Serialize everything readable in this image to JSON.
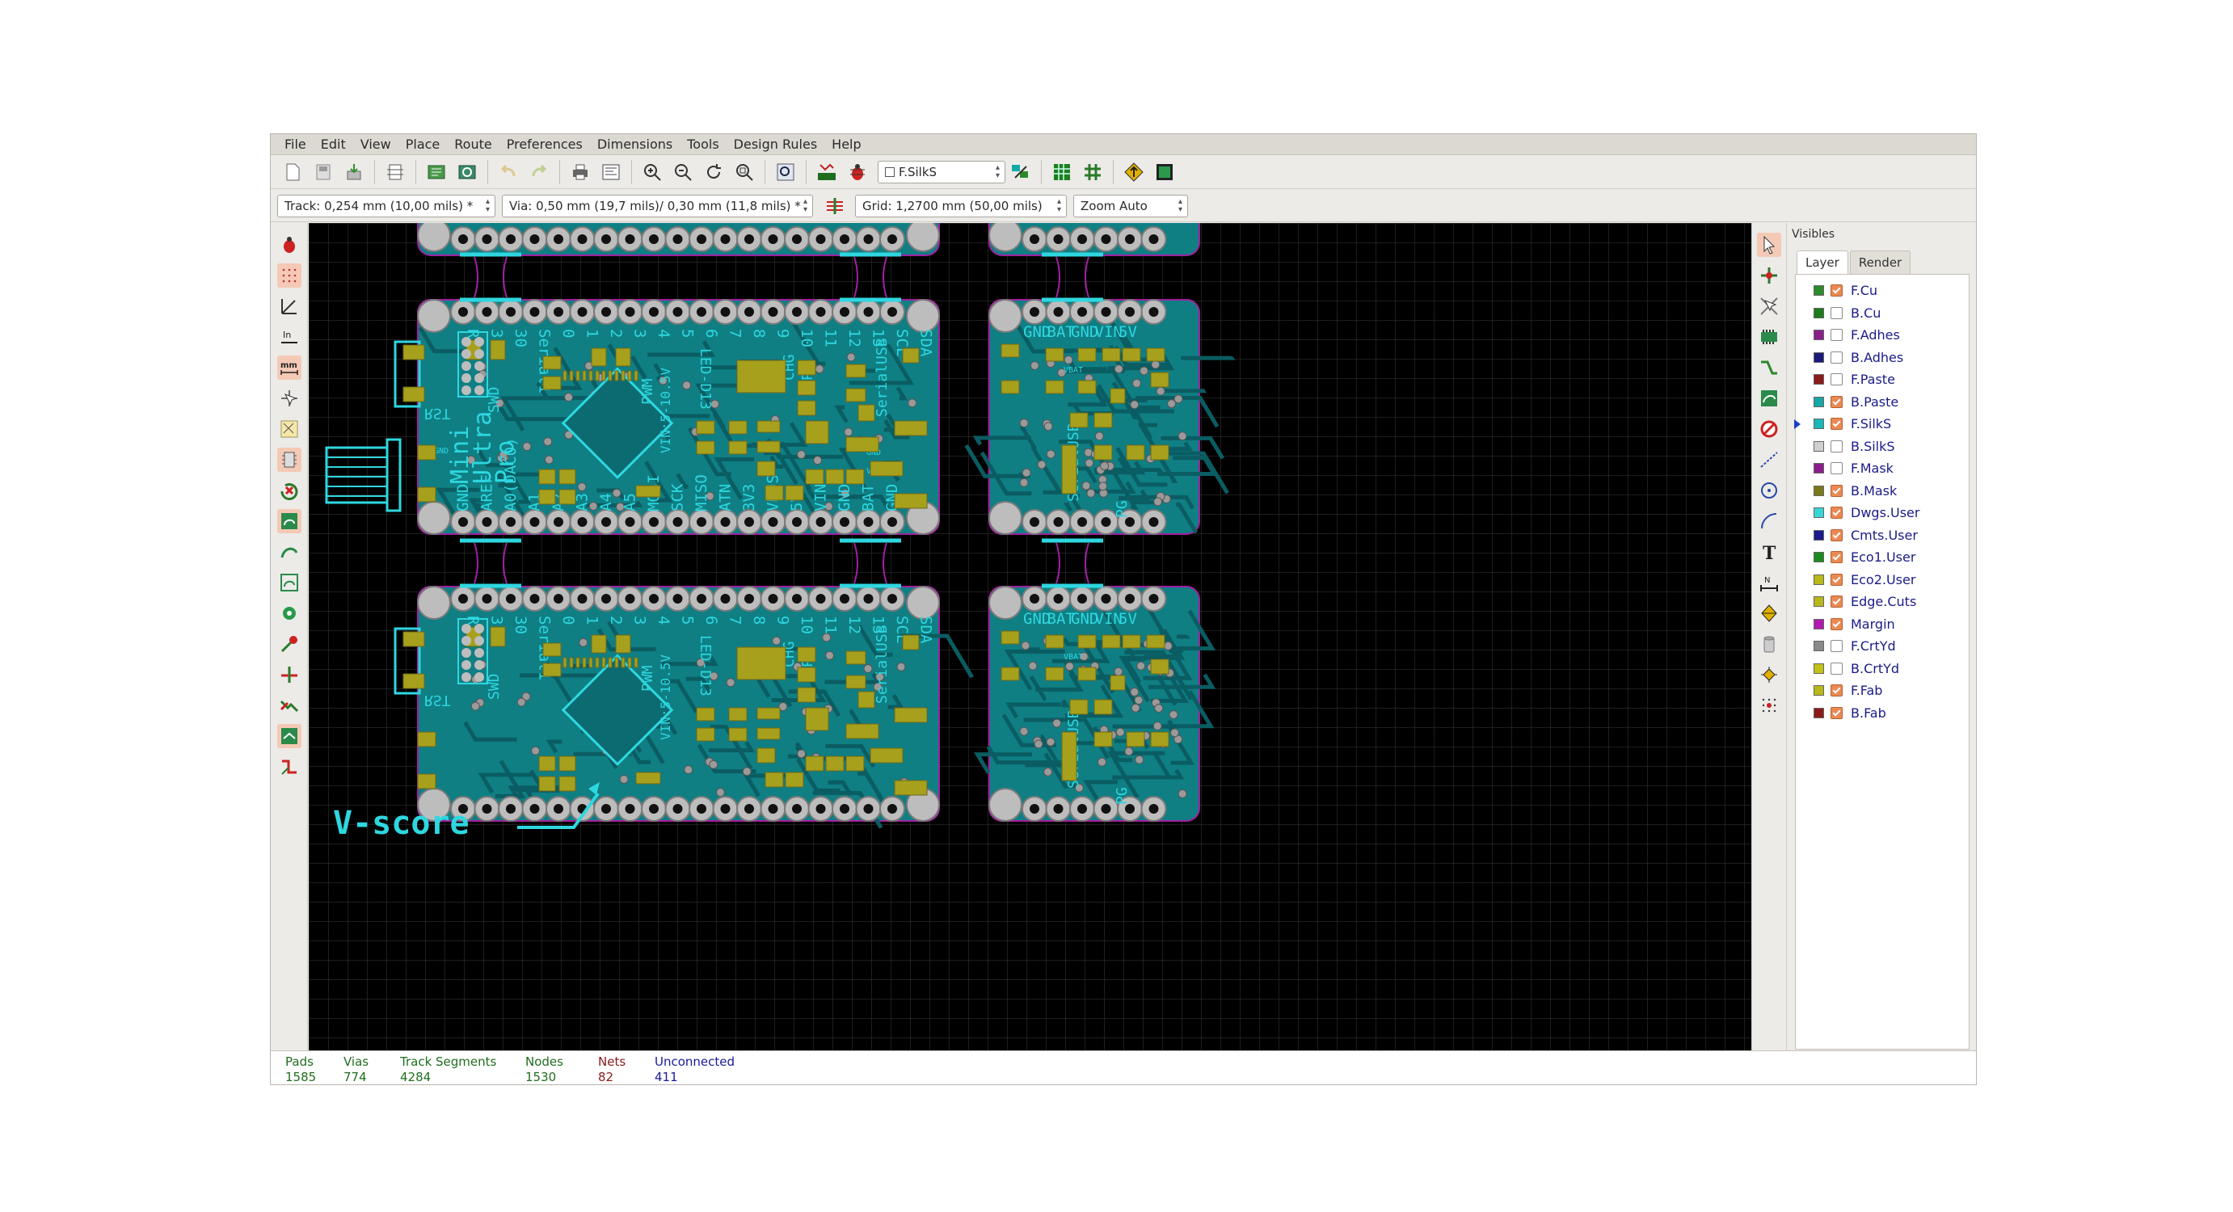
{
  "menu": [
    "File",
    "Edit",
    "View",
    "Place",
    "Route",
    "Preferences",
    "Dimensions",
    "Tools",
    "Design Rules",
    "Help"
  ],
  "toolbar": {
    "layer_select": "F.SilkS",
    "track_select": "Track: 0,254 mm (10,00 mils) *",
    "via_select": "Via: 0,50 mm (19,7 mils)/ 0,30 mm (11,8 mils) *",
    "grid_select": "Grid: 1,2700 mm (50,00 mils)",
    "zoom_select": "Zoom Auto"
  },
  "board": {
    "annotation": "V-score",
    "product_name": [
      "Mini",
      "Ultra",
      "Pro"
    ],
    "top_labels": [
      "RST",
      "31",
      "30",
      "Serial1",
      "0",
      "1",
      "2",
      "3",
      "4",
      "5",
      "6",
      "7",
      "8",
      "9",
      "10",
      "11",
      "12",
      "13",
      "SCL",
      "SDA"
    ],
    "bottom_labels": [
      "GND",
      "AREF",
      "A0(DAC0)",
      "A1",
      "A2",
      "A3",
      "A4",
      "A5",
      "MOSI",
      "SCK",
      "MISO",
      "ATN",
      "3V3",
      "VBUS",
      "5V",
      "VIN",
      "GND",
      "BAT",
      "GND"
    ],
    "top_strip_labels": [
      "MOSI",
      "SCK",
      "MISO",
      "ATN",
      "3V3",
      "VBUS",
      "5V",
      "VIN",
      "GND",
      "BAT",
      "GND"
    ],
    "side_labels": [
      "PWM",
      "VIN:5-10.5V",
      "LED-D13",
      "CHG",
      "PG",
      "SerialUSB",
      "SWD",
      "RST"
    ],
    "right_board_labels": [
      "GND",
      "BAT",
      "GND",
      "VIN",
      "5V",
      "SDA",
      "SCL",
      "13",
      "12",
      "11",
      "SerialUSB",
      "PG"
    ],
    "pad_labels": [
      "GND",
      "VBAT",
      "VBUS",
      "GND",
      "VBAT"
    ]
  },
  "layers": {
    "title": "Visibles",
    "tabs": [
      "Layer",
      "Render"
    ],
    "active_layer": "F.SilkS",
    "items": [
      {
        "name": "F.Cu",
        "color": "#2b8b2b",
        "checked": true
      },
      {
        "name": "B.Cu",
        "color": "#1d7a1d",
        "checked": false
      },
      {
        "name": "F.Adhes",
        "color": "#8a1f8a",
        "checked": false
      },
      {
        "name": "B.Adhes",
        "color": "#1a1a7a",
        "checked": false
      },
      {
        "name": "F.Paste",
        "color": "#8b1a1a",
        "checked": false
      },
      {
        "name": "B.Paste",
        "color": "#18a7a7",
        "checked": true
      },
      {
        "name": "F.SilkS",
        "color": "#1ab7b7",
        "checked": true
      },
      {
        "name": "B.SilkS",
        "color": "#d0d0d0",
        "checked": false
      },
      {
        "name": "F.Mask",
        "color": "#8a1f8a",
        "checked": false
      },
      {
        "name": "B.Mask",
        "color": "#7a7a1a",
        "checked": true
      },
      {
        "name": "Dwgs.User",
        "color": "#36d6d6",
        "checked": true
      },
      {
        "name": "Cmts.User",
        "color": "#1a1a8a",
        "checked": true
      },
      {
        "name": "Eco1.User",
        "color": "#1d8a1d",
        "checked": true
      },
      {
        "name": "Eco2.User",
        "color": "#b8b81a",
        "checked": true
      },
      {
        "name": "Edge.Cuts",
        "color": "#b8b81a",
        "checked": true
      },
      {
        "name": "Margin",
        "color": "#b01ab0",
        "checked": true
      },
      {
        "name": "F.CrtYd",
        "color": "#8a8a8a",
        "checked": false
      },
      {
        "name": "B.CrtYd",
        "color": "#c2c21a",
        "checked": false
      },
      {
        "name": "F.Fab",
        "color": "#b8b81a",
        "checked": true
      },
      {
        "name": "B.Fab",
        "color": "#8b1a1a",
        "checked": true
      }
    ]
  },
  "status": [
    {
      "label": "Pads",
      "value": "1585",
      "color": "#1f6e1f"
    },
    {
      "label": "Vias",
      "value": "774",
      "color": "#1f6e1f"
    },
    {
      "label": "Track Segments",
      "value": "4284",
      "color": "#1f6e1f"
    },
    {
      "label": "Nodes",
      "value": "1530",
      "color": "#1f6e1f"
    },
    {
      "label": "Nets",
      "value": "82",
      "color": "#8a1a1a"
    },
    {
      "label": "Unconnected",
      "value": "411",
      "color": "#1a1a9a"
    }
  ],
  "colors": {
    "board_fill": "#0f7f84",
    "silk": "#2ed7e0",
    "pad": "#bdbdbd",
    "smd_pad": "#a7a01c",
    "background": "#000000",
    "outline": "#a020a0"
  }
}
